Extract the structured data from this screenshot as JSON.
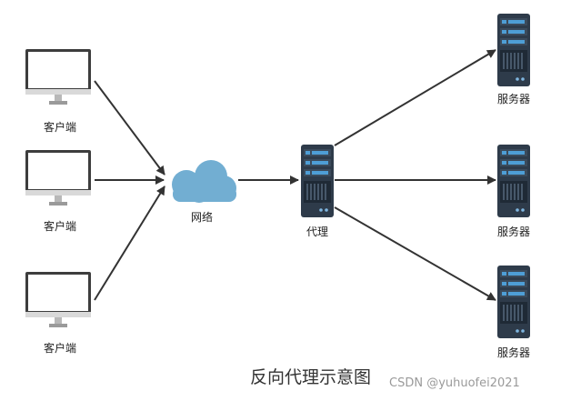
{
  "diagram": {
    "client_label": "客户端",
    "network_label": "网络",
    "proxy_label": "代理",
    "server_label": "服务器",
    "caption": "反向代理示意图",
    "watermark": "CSDN @yuhuofei2021"
  },
  "colors": {
    "server_body": "#2e3b4a",
    "server_led": "#4e9ed6",
    "cloud": "#72aed2",
    "monitor_frame": "#3d3d3d",
    "arrow": "#333333"
  },
  "nodes": {
    "clients": [
      "client-1",
      "client-2",
      "client-3"
    ],
    "network": "network",
    "proxy": "proxy",
    "servers": [
      "server-1",
      "server-2",
      "server-3"
    ]
  },
  "icons": {
    "client": "monitor-icon",
    "network": "cloud-icon",
    "proxy": "server-rack-icon",
    "server": "server-rack-icon"
  }
}
